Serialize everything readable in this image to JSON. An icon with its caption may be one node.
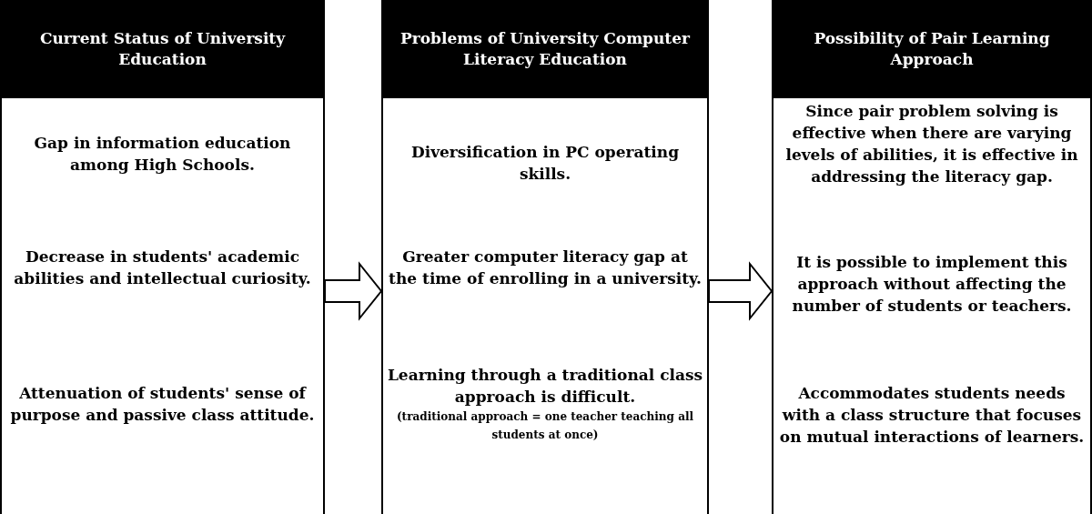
{
  "diagram": {
    "nodes": [
      {
        "text": [
          "Current Status of University Education"
        ]
      },
      {
        "text": [
          "Gap in information education among High Schools."
        ],
        "in": 0
      },
      {
        "text": [
          "Decrease in students' academic abilities and intellectual curiosity."
        ],
        "in": 0
      },
      {
        "text": [
          "Attenuation of students' sense of purpose and passive class attitude."
        ],
        "in": 0
      },
      {
        "text": [
          "Problems of University Computer Literacy Education"
        ]
      },
      {
        "text": [
          "Diversification in PC operating skills."
        ],
        "in": 4
      },
      {
        "text": [
          "Greater computer literacy gap at the time of enrolling in a university."
        ],
        "in": 4
      },
      {
        "text": [
          "Learning through a traditional class approach is difficult.",
          "(traditional approach = one teacher teaching all students at once)"
        ],
        "in": 4
      },
      {
        "text": [
          "Possibility of Pair Learning Approach"
        ]
      },
      {
        "text": [
          "Since pair problem solving is effective when there are varying levels of abilities, it is effective in addressing the literacy gap."
        ],
        "in": 8
      },
      {
        "text": [
          "It is possible to implement this approach without affecting the number of students or teachers."
        ],
        "in": 8
      },
      {
        "text": [
          "Accommodates students needs with a class structure that focuses on mutual interactions of learners."
        ],
        "in": 8
      }
    ],
    "edges": [
      {
        "from": 0,
        "to": 4,
        "arrow": "to"
      },
      {
        "from": 4,
        "to": 8,
        "arrow": "to"
      }
    ]
  }
}
